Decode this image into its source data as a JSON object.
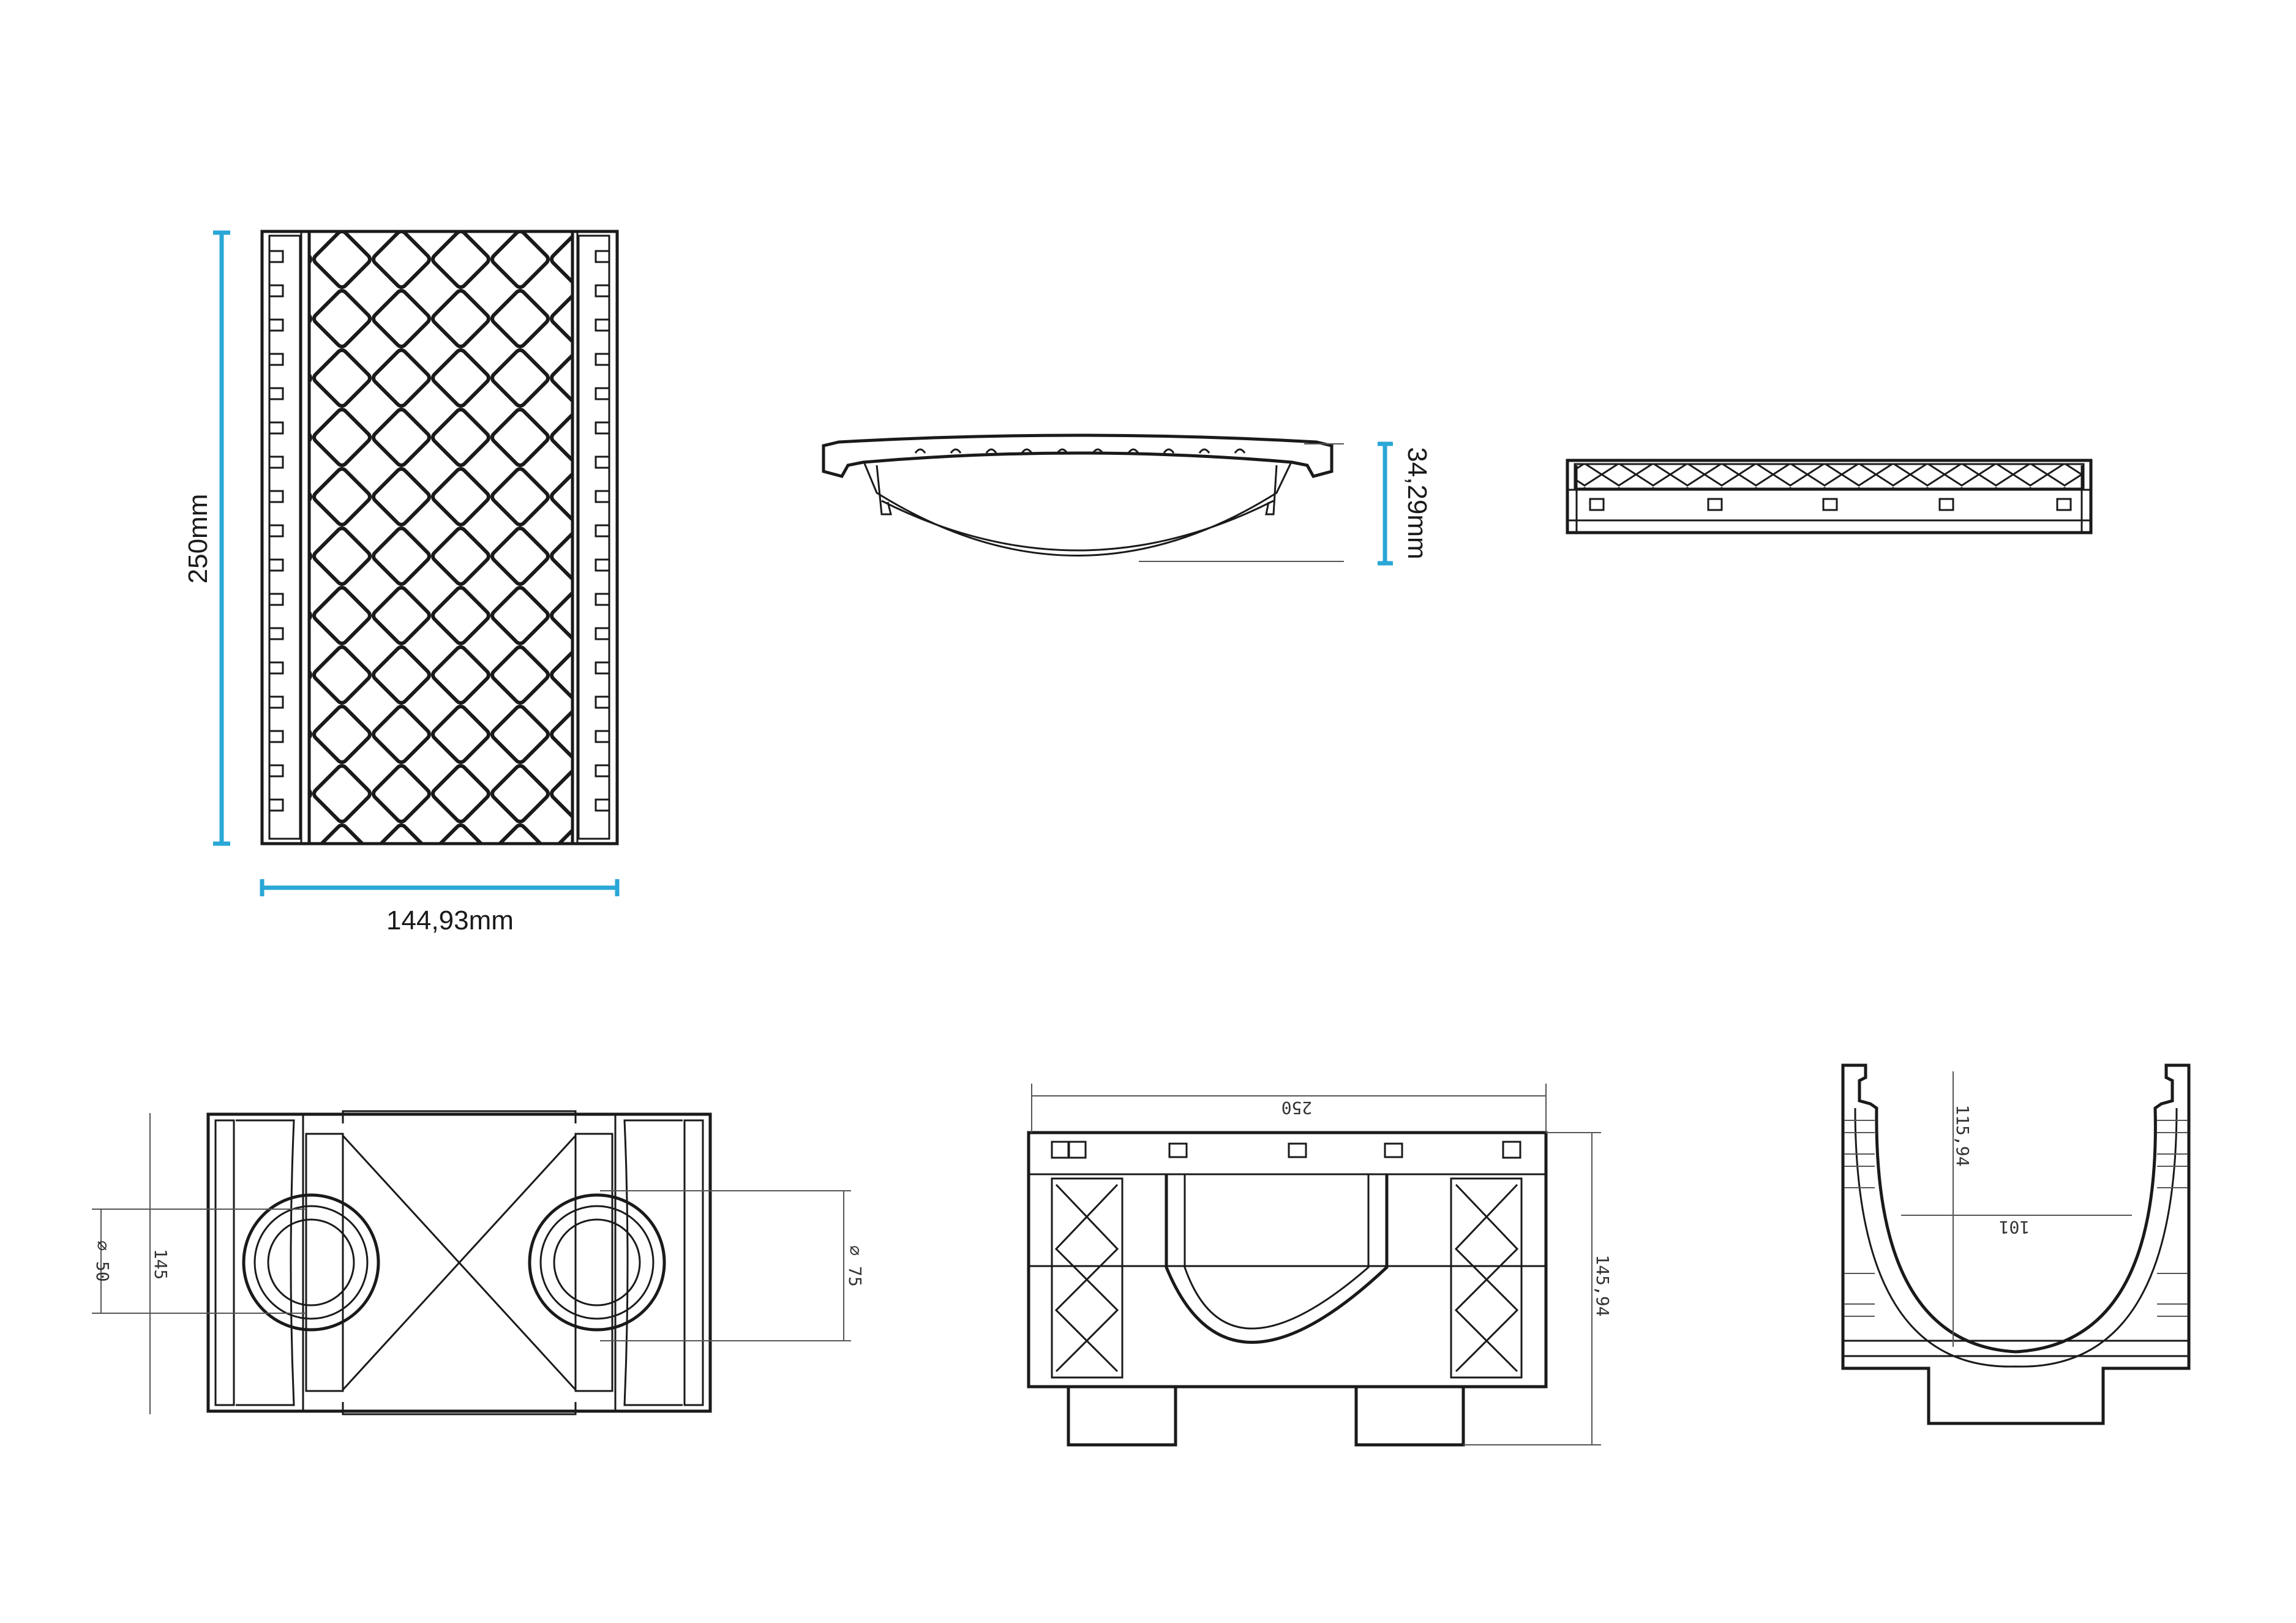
{
  "colors": {
    "dimension": "#29a7d6",
    "line": "#1a1a1a"
  },
  "grate_top_view": {
    "height_label": "250mm",
    "width_label": "144,93mm"
  },
  "grate_side_view": {
    "height_label": "34,29mm"
  },
  "channel_bottom_view": {
    "outlet_small_label": "⌀ 50",
    "height_label": "145",
    "outlet_large_label": "⌀ 75"
  },
  "channel_side_view": {
    "length_label": "250",
    "height_label": "145,94"
  },
  "channel_end_view": {
    "depth_label": "115,94",
    "width_label": "101"
  }
}
